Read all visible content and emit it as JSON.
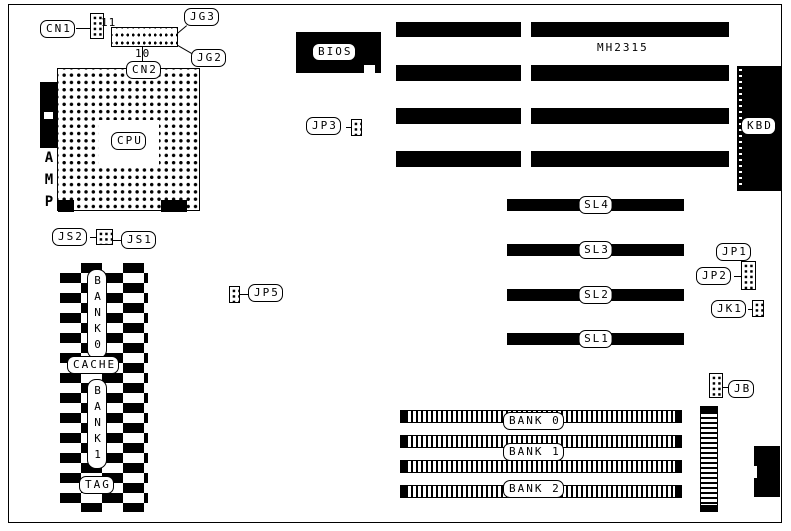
{
  "diagram": {
    "part_number": "MH2315",
    "labels": {
      "cn1": "CN1",
      "cn2": "CN2",
      "jg3": "JG3",
      "jg2": "JG2",
      "pin11": "11",
      "pin10": "10",
      "cpu": "CPU",
      "amp": "AMP",
      "js2": "JS2",
      "js1": "JS1",
      "jp1": "JP1",
      "jp2": "JP2",
      "jp3": "JP3",
      "jp5": "JP5",
      "jk1": "JK1",
      "jb": "JB",
      "bios": "BIOS",
      "kbd": "KBD"
    },
    "cache_labels": {
      "bank0": "BANK0",
      "cache": "CACHE",
      "bank1": "BANK1",
      "tag": "TAG"
    },
    "sl_slots": [
      "SL4",
      "SL3",
      "SL2",
      "SL1"
    ],
    "memory_banks": [
      "BANK 0",
      "BANK 1",
      "BANK 2"
    ]
  }
}
